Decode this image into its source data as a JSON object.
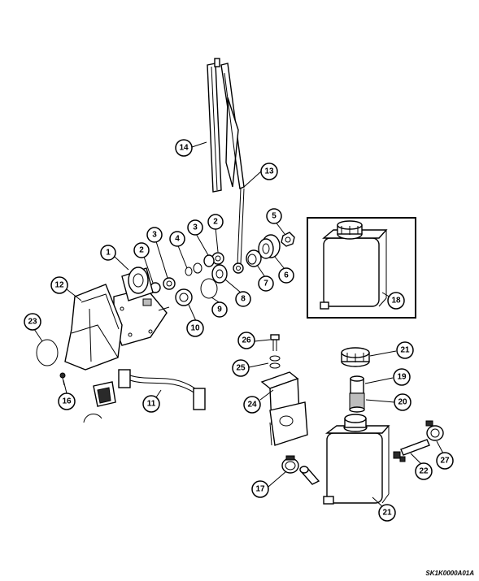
{
  "callouts": {
    "c1": "1",
    "c2a": "2",
    "c2b": "2",
    "c3a": "3",
    "c3b": "3",
    "c4": "4",
    "c5": "5",
    "c6": "6",
    "c7": "7",
    "c8": "8",
    "c9": "9",
    "c10": "10",
    "c11": "11",
    "c12": "12",
    "c13": "13",
    "c14": "14",
    "c16": "16",
    "c17": "17",
    "c18": "18",
    "c19": "19",
    "c20": "20",
    "c21a": "21",
    "c21b": "21",
    "c22": "22",
    "c23": "23",
    "c24": "24",
    "c25": "25",
    "c26": "26",
    "c27": "27"
  },
  "reference_code": "SK1K0000A01A"
}
